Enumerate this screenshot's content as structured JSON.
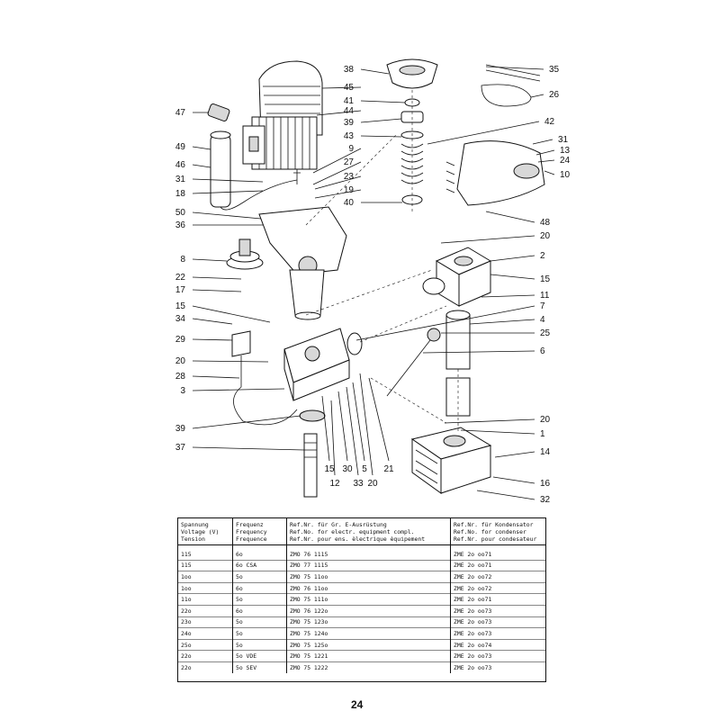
{
  "diagram": {
    "callouts": [
      "35",
      "26",
      "38",
      "45",
      "41",
      "44",
      "39",
      "42",
      "47",
      "43",
      "49",
      "9",
      "46",
      "27",
      "31",
      "23",
      "18",
      "19",
      "40",
      "50",
      "36",
      "8",
      "22",
      "17",
      "15",
      "34",
      "29",
      "20",
      "28",
      "3",
      "39",
      "37",
      "15",
      "12",
      "30",
      "33",
      "5",
      "20",
      "21",
      "31",
      "13",
      "24",
      "10",
      "48",
      "20",
      "2",
      "15",
      "11",
      "7",
      "4",
      "25",
      "6",
      "20",
      "1",
      "14",
      "16",
      "32"
    ]
  },
  "table": {
    "headers": [
      [
        "Spannung",
        "Voltage (V)",
        "Tension"
      ],
      [
        "Frequenz",
        "Frequency",
        "Frequence"
      ],
      [
        "Ref.Nr. für Gr. E-Ausrüstung",
        "Ref.No. for electr. equipment compl.",
        "Ref.Nr. pour ens. èlectrique èquipement"
      ],
      [
        "Ref.Nr. für Kondensator",
        "Ref.No. for condenser",
        "Ref.Nr. pour condesateur"
      ]
    ],
    "rows": [
      [
        "115",
        "6o",
        "ZMO 76 1115",
        "ZME 2o oo71"
      ],
      [
        "115",
        "6o CSA",
        "ZMO 77 1115",
        "ZME 2o oo71"
      ],
      [
        "1oo",
        "5o",
        "ZMO 75 11oo",
        "ZME 2o oo72"
      ],
      [
        "1oo",
        "6o",
        "ZMO 76 11oo",
        "ZME 2o oo72"
      ],
      [
        "11o",
        "5o",
        "ZMO 75 111o",
        "ZME 2o oo71"
      ],
      [
        "22o",
        "6o",
        "ZMO 76 122o",
        "ZME 2o oo73"
      ],
      [
        "23o",
        "5o",
        "ZMO 75 123o",
        "ZME 2o oo73"
      ],
      [
        "24o",
        "5o",
        "ZMO 75 124o",
        "ZME 2o oo73"
      ],
      [
        "25o",
        "5o",
        "ZMO 75 125o",
        "ZME 2o oo74"
      ],
      [
        "22o",
        "5o VDE",
        "ZMO 75 1221",
        "ZME 2o oo73"
      ],
      [
        "22o",
        "5o SEV",
        "ZMO 75 1222",
        "ZME 2o oo73"
      ]
    ]
  },
  "page_number": "24"
}
